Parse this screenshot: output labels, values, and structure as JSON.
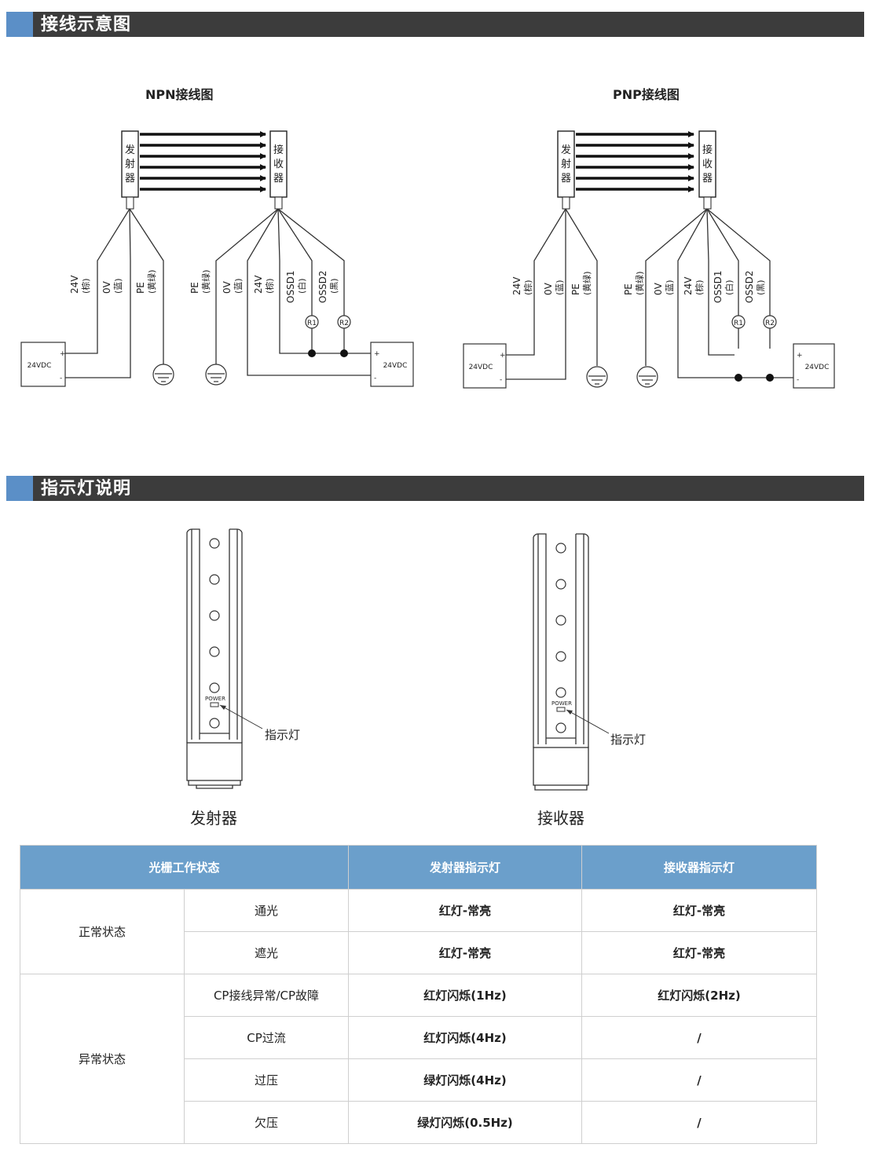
{
  "sections": {
    "wiring_title": "接线示意图",
    "indicator_title": "指示灯说明"
  },
  "npn": {
    "title": "NPN接线图",
    "emitter_chars": [
      "发",
      "射",
      "器"
    ],
    "receiver_chars": [
      "接",
      "收",
      "器"
    ],
    "left_wires": [
      {
        "name": "24V",
        "color": "(棕)"
      },
      {
        "name": "0V",
        "color": "(蓝)"
      },
      {
        "name": "PE",
        "color": "(黄绿)"
      }
    ],
    "right_wires": [
      {
        "name": "PE",
        "color": "(黄绿)"
      },
      {
        "name": "0V",
        "color": "(蓝)"
      },
      {
        "name": "24V",
        "color": "(棕)"
      },
      {
        "name": "OSSD1",
        "color": "(白)"
      },
      {
        "name": "OSSD2",
        "color": "(黑)"
      }
    ],
    "r1": "R1",
    "r2": "R2",
    "psu_label": "24VDC",
    "plus": "+",
    "minus": "-"
  },
  "pnp": {
    "title": "PNP接线图",
    "emitter_chars": [
      "发",
      "射",
      "器"
    ],
    "receiver_chars": [
      "接",
      "收",
      "器"
    ],
    "left_wires": [
      {
        "name": "24V",
        "color": "(棕)"
      },
      {
        "name": "0V",
        "color": "(蓝)"
      },
      {
        "name": "PE",
        "color": "(黄绿)"
      }
    ],
    "right_wires": [
      {
        "name": "PE",
        "color": "(黄绿)"
      },
      {
        "name": "0V",
        "color": "(蓝)"
      },
      {
        "name": "24V",
        "color": "(棕)"
      },
      {
        "name": "OSSD1",
        "color": "(白)"
      },
      {
        "name": "OSSD2",
        "color": "(黑)"
      }
    ],
    "r1": "R1",
    "r2": "R2",
    "psu_label": "24VDC",
    "plus": "+",
    "minus": "-"
  },
  "indicator": {
    "power_label": "POWER",
    "pointer_label": "指示灯",
    "emitter_caption": "发射器",
    "receiver_caption": "接收器"
  },
  "table": {
    "headers": [
      "光栅工作状态",
      "发射器指示灯",
      "接收器指示灯"
    ],
    "groups": [
      {
        "label": "正常状态",
        "rows": [
          {
            "condition": "通光",
            "emitter": "红灯-常亮",
            "receiver": "红灯-常亮"
          },
          {
            "condition": "遮光",
            "emitter": "红灯-常亮",
            "receiver": "红灯-常亮"
          }
        ]
      },
      {
        "label": "异常状态",
        "rows": [
          {
            "condition": "CP接线异常/CP故障",
            "emitter": "红灯闪烁(1Hz)",
            "receiver": "红灯闪烁(2Hz)"
          },
          {
            "condition": "CP过流",
            "emitter": "红灯闪烁(4Hz)",
            "receiver": "/"
          },
          {
            "condition": "过压",
            "emitter": "绿灯闪烁(4Hz)",
            "receiver": "/"
          },
          {
            "condition": "欠压",
            "emitter": "绿灯闪烁(0.5Hz)",
            "receiver": "/"
          }
        ]
      }
    ]
  },
  "colors": {
    "section_bar": "#3c3c3c",
    "section_accent": "#5b8fc7",
    "table_header": "#6b9fcb"
  }
}
